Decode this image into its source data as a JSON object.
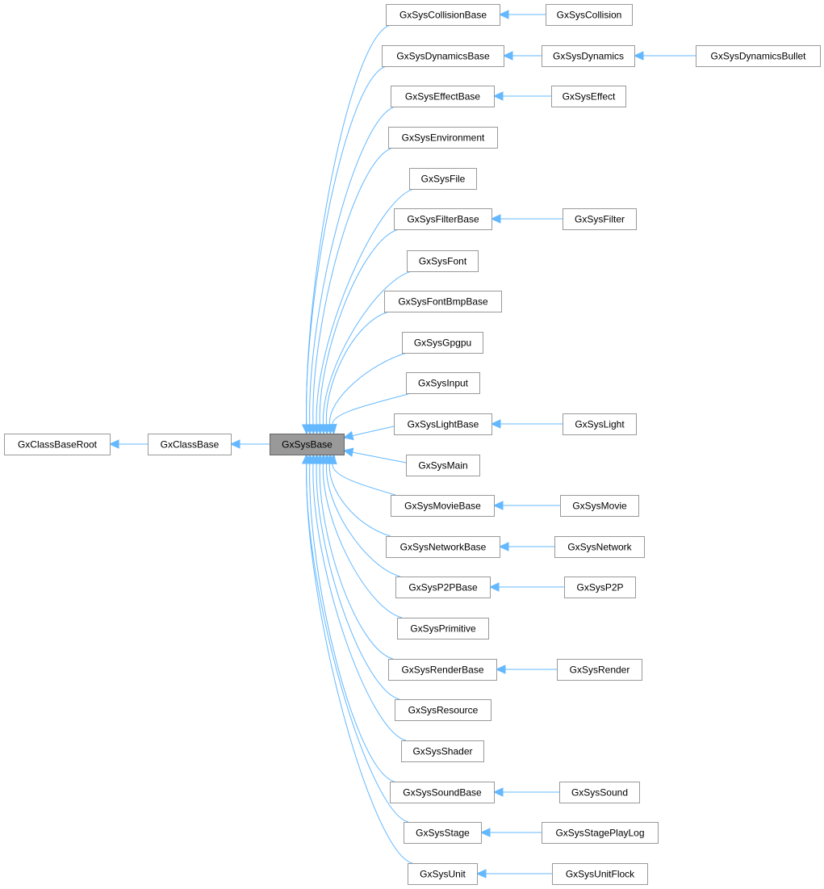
{
  "diagram": {
    "title": "GxSysBase inheritance graph",
    "colors": {
      "edge": "#63b8ff",
      "focus_fill": "#999999",
      "node_border": "#999999",
      "node_fill": "#ffffff"
    },
    "focus": "GxSysBase",
    "ancestors": [
      "GxClassBase",
      "GxClassBaseRoot"
    ],
    "nodes": [
      {
        "id": "GxClassBaseRoot",
        "label": "GxClassBaseRoot"
      },
      {
        "id": "GxClassBase",
        "label": "GxClassBase"
      },
      {
        "id": "GxSysBase",
        "label": "GxSysBase"
      },
      {
        "id": "GxSysCollisionBase",
        "label": "GxSysCollisionBase"
      },
      {
        "id": "GxSysCollision",
        "label": "GxSysCollision"
      },
      {
        "id": "GxSysDynamicsBase",
        "label": "GxSysDynamicsBase"
      },
      {
        "id": "GxSysDynamics",
        "label": "GxSysDynamics"
      },
      {
        "id": "GxSysDynamicsBullet",
        "label": "GxSysDynamicsBullet"
      },
      {
        "id": "GxSysEffectBase",
        "label": "GxSysEffectBase"
      },
      {
        "id": "GxSysEffect",
        "label": "GxSysEffect"
      },
      {
        "id": "GxSysEnvironment",
        "label": "GxSysEnvironment"
      },
      {
        "id": "GxSysFile",
        "label": "GxSysFile"
      },
      {
        "id": "GxSysFilterBase",
        "label": "GxSysFilterBase"
      },
      {
        "id": "GxSysFilter",
        "label": "GxSysFilter"
      },
      {
        "id": "GxSysFont",
        "label": "GxSysFont"
      },
      {
        "id": "GxSysFontBmpBase",
        "label": "GxSysFontBmpBase"
      },
      {
        "id": "GxSysGpgpu",
        "label": "GxSysGpgpu"
      },
      {
        "id": "GxSysInput",
        "label": "GxSysInput"
      },
      {
        "id": "GxSysLightBase",
        "label": "GxSysLightBase"
      },
      {
        "id": "GxSysLight",
        "label": "GxSysLight"
      },
      {
        "id": "GxSysMain",
        "label": "GxSysMain"
      },
      {
        "id": "GxSysMovieBase",
        "label": "GxSysMovieBase"
      },
      {
        "id": "GxSysMovie",
        "label": "GxSysMovie"
      },
      {
        "id": "GxSysNetworkBase",
        "label": "GxSysNetworkBase"
      },
      {
        "id": "GxSysNetwork",
        "label": "GxSysNetwork"
      },
      {
        "id": "GxSysP2PBase",
        "label": "GxSysP2PBase"
      },
      {
        "id": "GxSysP2P",
        "label": "GxSysP2P"
      },
      {
        "id": "GxSysPrimitive",
        "label": "GxSysPrimitive"
      },
      {
        "id": "GxSysRenderBase",
        "label": "GxSysRenderBase"
      },
      {
        "id": "GxSysRender",
        "label": "GxSysRender"
      },
      {
        "id": "GxSysResource",
        "label": "GxSysResource"
      },
      {
        "id": "GxSysShader",
        "label": "GxSysShader"
      },
      {
        "id": "GxSysSoundBase",
        "label": "GxSysSoundBase"
      },
      {
        "id": "GxSysSound",
        "label": "GxSysSound"
      },
      {
        "id": "GxSysStage",
        "label": "GxSysStage"
      },
      {
        "id": "GxSysStagePlayLog",
        "label": "GxSysStagePlayLog"
      },
      {
        "id": "GxSysUnit",
        "label": "GxSysUnit"
      },
      {
        "id": "GxSysUnitFlock",
        "label": "GxSysUnitFlock"
      }
    ],
    "edges": [
      {
        "from": "GxClassBase",
        "to": "GxClassBaseRoot"
      },
      {
        "from": "GxSysBase",
        "to": "GxClassBase"
      },
      {
        "from": "GxSysCollisionBase",
        "to": "GxSysBase"
      },
      {
        "from": "GxSysDynamicsBase",
        "to": "GxSysBase"
      },
      {
        "from": "GxSysEffectBase",
        "to": "GxSysBase"
      },
      {
        "from": "GxSysEnvironment",
        "to": "GxSysBase"
      },
      {
        "from": "GxSysFile",
        "to": "GxSysBase"
      },
      {
        "from": "GxSysFilterBase",
        "to": "GxSysBase"
      },
      {
        "from": "GxSysFont",
        "to": "GxSysBase"
      },
      {
        "from": "GxSysFontBmpBase",
        "to": "GxSysBase"
      },
      {
        "from": "GxSysGpgpu",
        "to": "GxSysBase"
      },
      {
        "from": "GxSysInput",
        "to": "GxSysBase"
      },
      {
        "from": "GxSysLightBase",
        "to": "GxSysBase"
      },
      {
        "from": "GxSysMain",
        "to": "GxSysBase"
      },
      {
        "from": "GxSysMovieBase",
        "to": "GxSysBase"
      },
      {
        "from": "GxSysNetworkBase",
        "to": "GxSysBase"
      },
      {
        "from": "GxSysP2PBase",
        "to": "GxSysBase"
      },
      {
        "from": "GxSysPrimitive",
        "to": "GxSysBase"
      },
      {
        "from": "GxSysRenderBase",
        "to": "GxSysBase"
      },
      {
        "from": "GxSysResource",
        "to": "GxSysBase"
      },
      {
        "from": "GxSysShader",
        "to": "GxSysBase"
      },
      {
        "from": "GxSysSoundBase",
        "to": "GxSysBase"
      },
      {
        "from": "GxSysStage",
        "to": "GxSysBase"
      },
      {
        "from": "GxSysUnit",
        "to": "GxSysBase"
      },
      {
        "from": "GxSysCollision",
        "to": "GxSysCollisionBase"
      },
      {
        "from": "GxSysDynamics",
        "to": "GxSysDynamicsBase"
      },
      {
        "from": "GxSysDynamicsBullet",
        "to": "GxSysDynamics"
      },
      {
        "from": "GxSysEffect",
        "to": "GxSysEffectBase"
      },
      {
        "from": "GxSysFilter",
        "to": "GxSysFilterBase"
      },
      {
        "from": "GxSysLight",
        "to": "GxSysLightBase"
      },
      {
        "from": "GxSysMovie",
        "to": "GxSysMovieBase"
      },
      {
        "from": "GxSysNetwork",
        "to": "GxSysNetworkBase"
      },
      {
        "from": "GxSysP2P",
        "to": "GxSysP2PBase"
      },
      {
        "from": "GxSysRender",
        "to": "GxSysRenderBase"
      },
      {
        "from": "GxSysSound",
        "to": "GxSysSoundBase"
      },
      {
        "from": "GxSysStagePlayLog",
        "to": "GxSysStage"
      },
      {
        "from": "GxSysUnitFlock",
        "to": "GxSysUnit"
      }
    ]
  }
}
